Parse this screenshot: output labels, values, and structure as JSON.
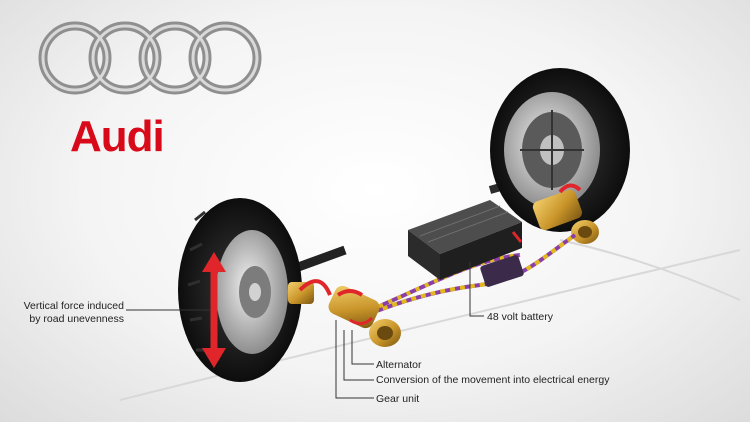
{
  "brand": {
    "name": "Audi",
    "color": "#d80a1a"
  },
  "labels": {
    "vertical_force": "Vertical force induced by road unevenness",
    "battery": "48 volt battery",
    "alternator": "Alternator",
    "conversion": "Conversion of the movement into electrical energy",
    "gear_unit": "Gear unit"
  },
  "colors": {
    "arrow": "#e0262b",
    "gold": "#c9952a",
    "cable_purple": "#8a3fa6",
    "cable_yellow": "#e2b81c"
  }
}
